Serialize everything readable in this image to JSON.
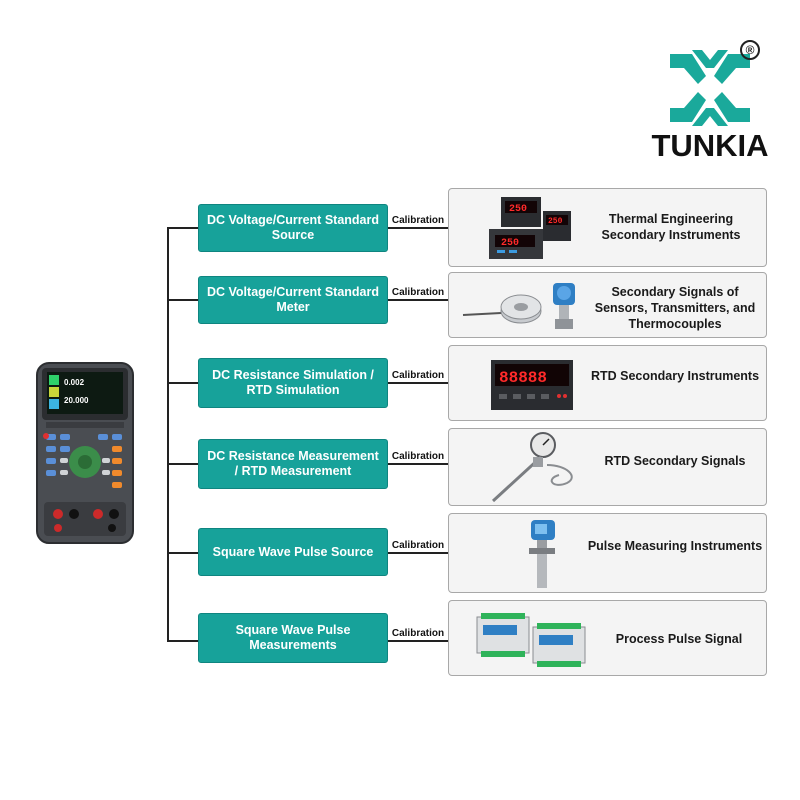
{
  "brand": {
    "name": "TUNKIA",
    "registered": "®"
  },
  "colors": {
    "box_fill": "#17a29a",
    "logo_teal": "#1aa99b"
  },
  "connector_label": "Calibration",
  "rows": [
    {
      "function": "DC Voltage/Current Standard Source",
      "target": "Thermal Engineering Secondary Instruments",
      "image": "panel-meters-icon"
    },
    {
      "function": "DC Voltage/Current Standard Meter",
      "target": "Secondary Signals of Sensors, Transmitters, and Thermocouples",
      "image": "load-cell-transmitter-icon"
    },
    {
      "function": "DC Resistance Simulation / RTD Simulation",
      "target": "RTD Secondary Instruments",
      "image": "digital-display-icon"
    },
    {
      "function": "DC Resistance Measurement / RTD Measurement",
      "target": "RTD Secondary Signals",
      "image": "bimetal-thermometer-icon"
    },
    {
      "function": "Square Wave Pulse Source",
      "target": "Pulse Measuring Instruments",
      "image": "level-sensor-icon"
    },
    {
      "function": "Square Wave Pulse Measurements",
      "target": "Process Pulse Signal",
      "image": "signal-modules-icon"
    }
  ],
  "device": {
    "reading_1": "0.002",
    "reading_2": "20.000"
  }
}
